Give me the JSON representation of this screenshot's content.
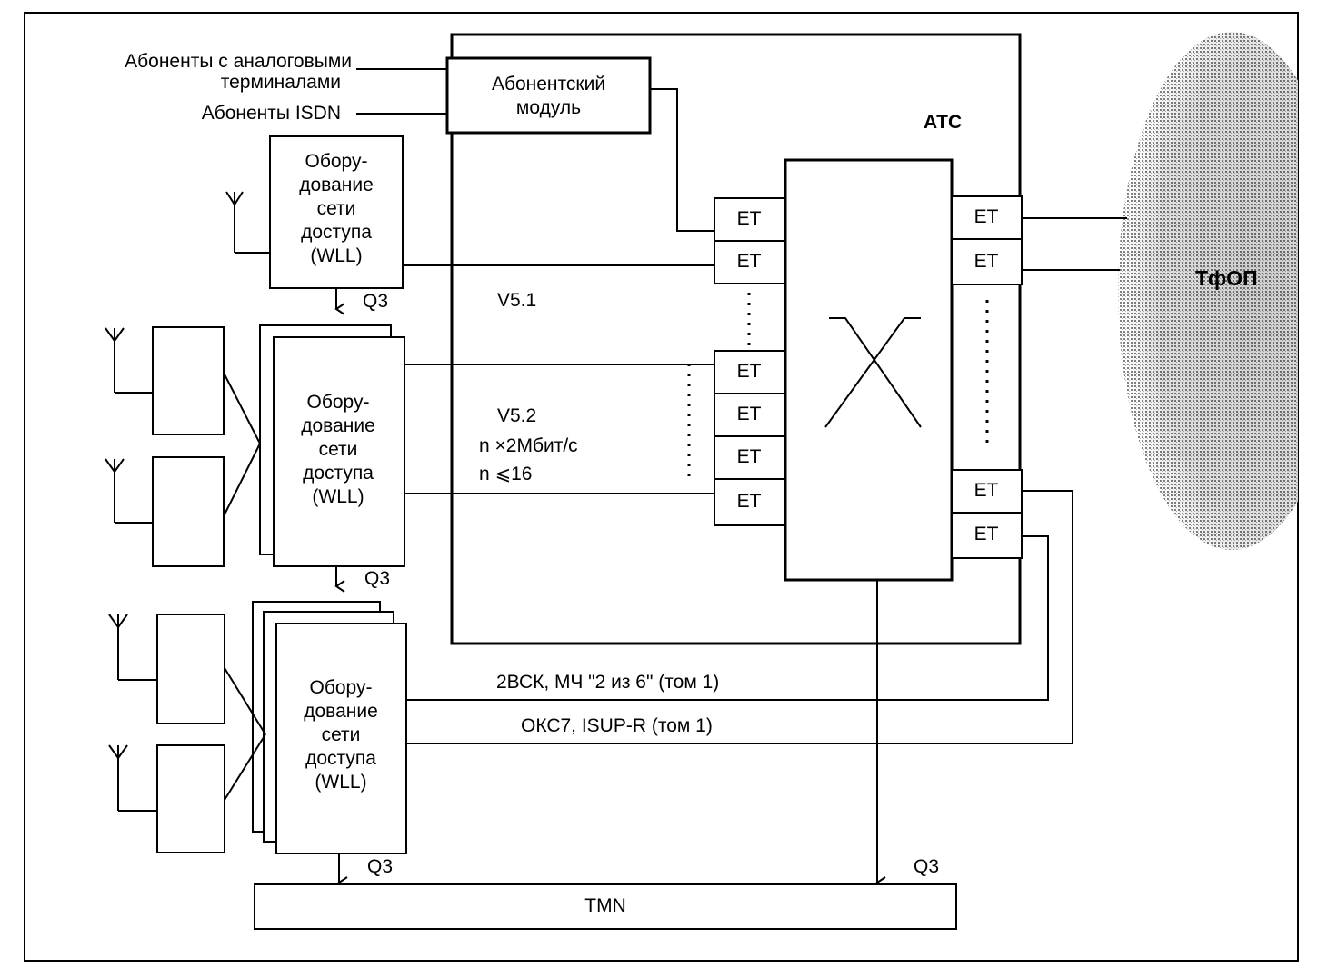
{
  "left_labels": {
    "analog_line1": "Абоненты с аналоговыми",
    "analog_line2": "терминалами",
    "isdn": "Абоненты ISDN"
  },
  "subscriber_module": {
    "line1": "Абонентский",
    "line2": "модуль"
  },
  "exchange_label": "АТС",
  "pstn_label": "ТфОП",
  "wll_block": {
    "line1": "Обору-",
    "line2": "дование",
    "line3": "сети",
    "line4": "доступа",
    "line5": "(WLL)"
  },
  "et_label": "ET",
  "interfaces": {
    "v51": "V5.1",
    "v52": "V5.2",
    "v52_rate": "n  ×2Мбит/с",
    "v52_limit": "n  ⩽16",
    "signalling_2vsk": "2ВСК, МЧ \"2 из 6\" (том 1)",
    "signalling_okc7": "ОКС7, ISUP-R (том 1)"
  },
  "mgmt_interface": "Q3",
  "tmn_label": "TMN"
}
